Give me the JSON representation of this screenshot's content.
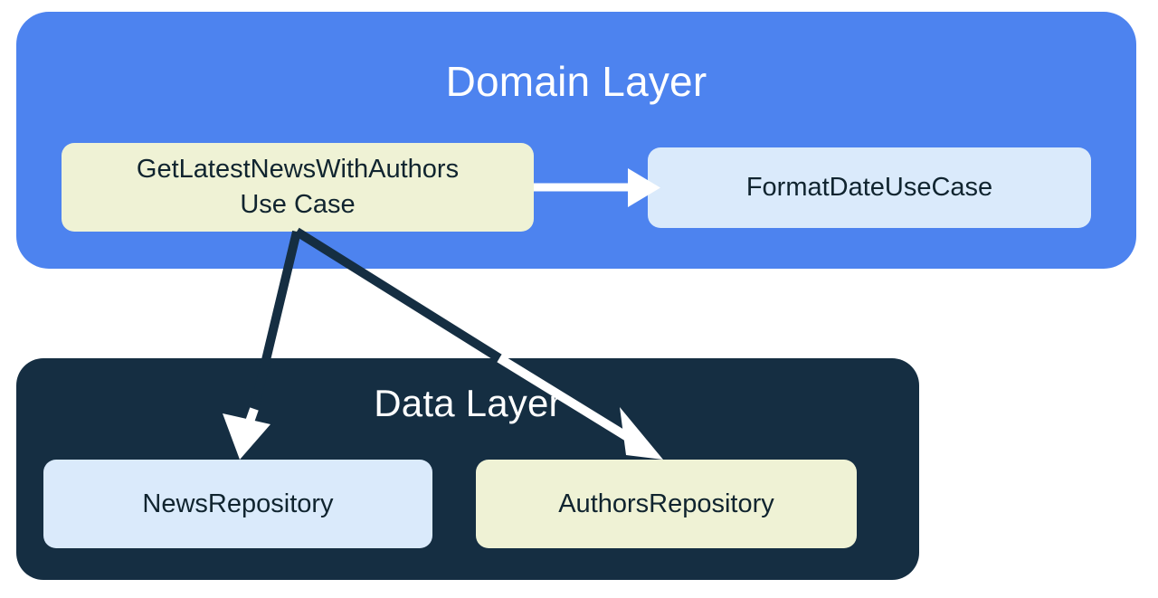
{
  "diagram": {
    "title": "Domain Layer / Data Layer architecture diagram",
    "background": "#ffffff",
    "layers": [
      {
        "id": "domain",
        "title": "Domain Layer",
        "color": "#4d83ef",
        "title_color": "#ffffff"
      },
      {
        "id": "data",
        "title": "Data Layer",
        "color": "#152e42",
        "title_color": "#ffffff"
      }
    ],
    "nodes": [
      {
        "id": "get-latest-news-with-authors-use-case",
        "label": "GetLatestNewsWithAuthors\nUse Case",
        "fill": "#eff2d5",
        "text_color": "#10242f",
        "layer": "domain"
      },
      {
        "id": "format-date-use-case",
        "label": "FormatDateUseCase",
        "fill": "#daeafb",
        "text_color": "#10242f",
        "layer": "domain"
      },
      {
        "id": "news-repository",
        "label": "NewsRepository",
        "fill": "#daeafb",
        "text_color": "#10242f",
        "layer": "data"
      },
      {
        "id": "authors-repository",
        "label": "AuthorsRepository",
        "fill": "#eff2d5",
        "text_color": "#10242f",
        "layer": "data"
      }
    ],
    "connectors": [
      {
        "id": "usecase-to-formatdate",
        "from": "get-latest-news-with-authors-use-case",
        "to": "format-date-use-case",
        "color": "#ffffff",
        "style": "solid-arrow"
      },
      {
        "id": "usecase-to-newsrepository",
        "from": "get-latest-news-with-authors-use-case",
        "to": "news-repository",
        "color": "#152e42",
        "head_color": "#ffffff",
        "style": "solid-arrow"
      },
      {
        "id": "usecase-to-authorsrepository",
        "from": "get-latest-news-with-authors-use-case",
        "to": "authors-repository",
        "color": "#152e42",
        "head_color": "#ffffff",
        "style": "solid-arrow"
      }
    ]
  }
}
